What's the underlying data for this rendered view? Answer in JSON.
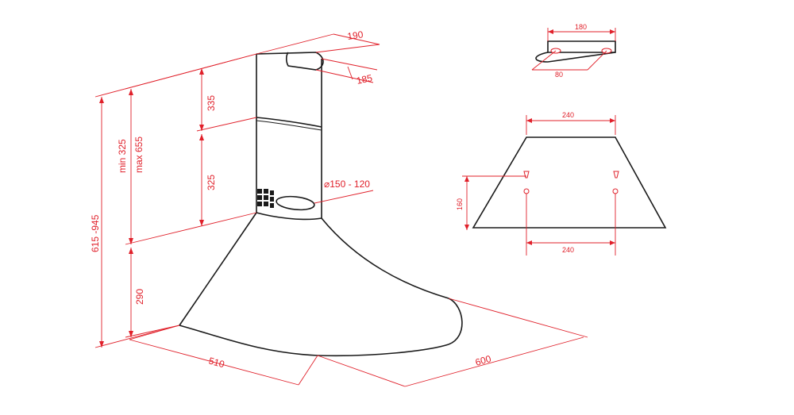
{
  "hood_dimensions": {
    "chimney_width": "190",
    "chimney_depth": "185",
    "upper_chimney_height": "335",
    "lower_chimney_height": "325",
    "chimney_range_min": "min 325",
    "chimney_range_max": "max 655",
    "total_height": "615 -945",
    "canopy_height": "290",
    "canopy_depth": "510",
    "canopy_width": "600",
    "outlet_diameter": "⌀150 - 120"
  },
  "bracket_dimensions": {
    "bracket_width": "180",
    "slot_spacing": "80"
  },
  "mounting_dimensions": {
    "top_hole_spacing": "240",
    "bottom_hole_spacing": "240",
    "vertical_spacing": "160"
  },
  "colors": {
    "outline": "#1a1a1a",
    "dimension": "#e0202a"
  }
}
